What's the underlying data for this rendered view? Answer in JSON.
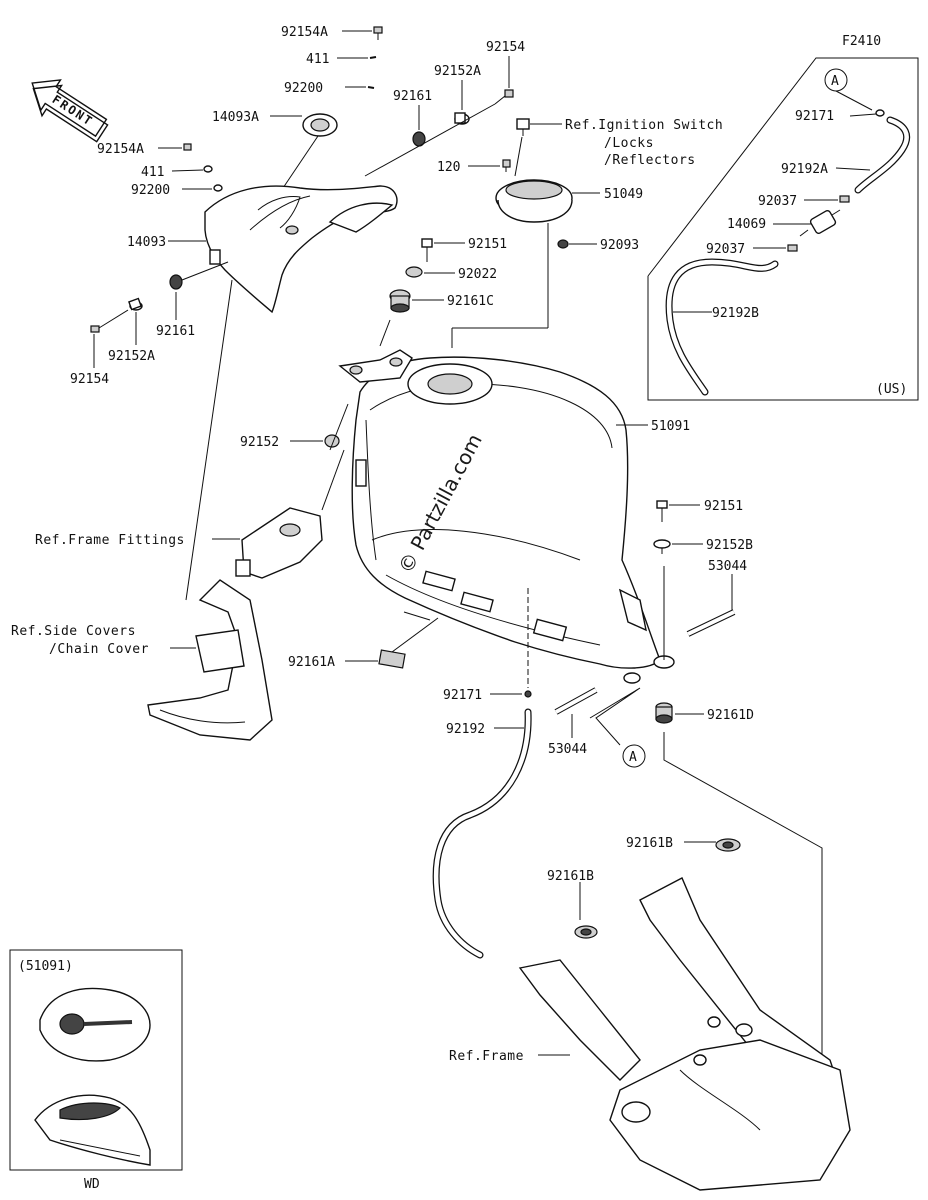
{
  "diagram_code": "F2410",
  "front_label": "FRONT",
  "watermark": "© Partzilla.com",
  "labels": {
    "p92154A_top": "92154A",
    "p411_top": "411",
    "p92200_top": "92200",
    "p92154_top": "92154",
    "p92152A_top": "92152A",
    "p92161_top": "92161",
    "p14093A": "14093A",
    "p92154A_left": "92154A",
    "p411_left": "411",
    "p92200_left": "92200",
    "p14093": "14093",
    "p92161_left": "92161",
    "p92152A_left": "92152A",
    "p92154_left": "92154",
    "p120": "120",
    "p51049": "51049",
    "p92093": "92093",
    "p92151_top": "92151",
    "p92022": "92022",
    "p92161C": "92161C",
    "p92152": "92152",
    "p51091": "51091",
    "p92151_right": "92151",
    "p92152B": "92152B",
    "p53044_right": "53044",
    "p92161A": "92161A",
    "p92171": "92171",
    "p92192": "92192",
    "p53044_bottom": "53044",
    "p92161D": "92161D",
    "p92161B_right": "92161B",
    "p92161B_left": "92161B",
    "p92171_us": "92171",
    "p92192A": "92192A",
    "p92037_a": "92037",
    "p14069": "14069",
    "p92037_b": "92037",
    "p92192B": "92192B"
  },
  "callout_letters": {
    "us_box": "A",
    "main": "A"
  },
  "references": {
    "ignition_1": "Ref.Ignition Switch",
    "ignition_2": "/Locks",
    "ignition_3": "/Reflectors",
    "frame_fittings": "Ref.Frame Fittings",
    "side_covers_1": "Ref.Side Covers",
    "side_covers_2": "/Chain Cover",
    "frame": "Ref.Frame"
  },
  "inset_us": {
    "tag": "(US)"
  },
  "inset_wd": {
    "tag": "(51091)",
    "caption": "WD"
  }
}
